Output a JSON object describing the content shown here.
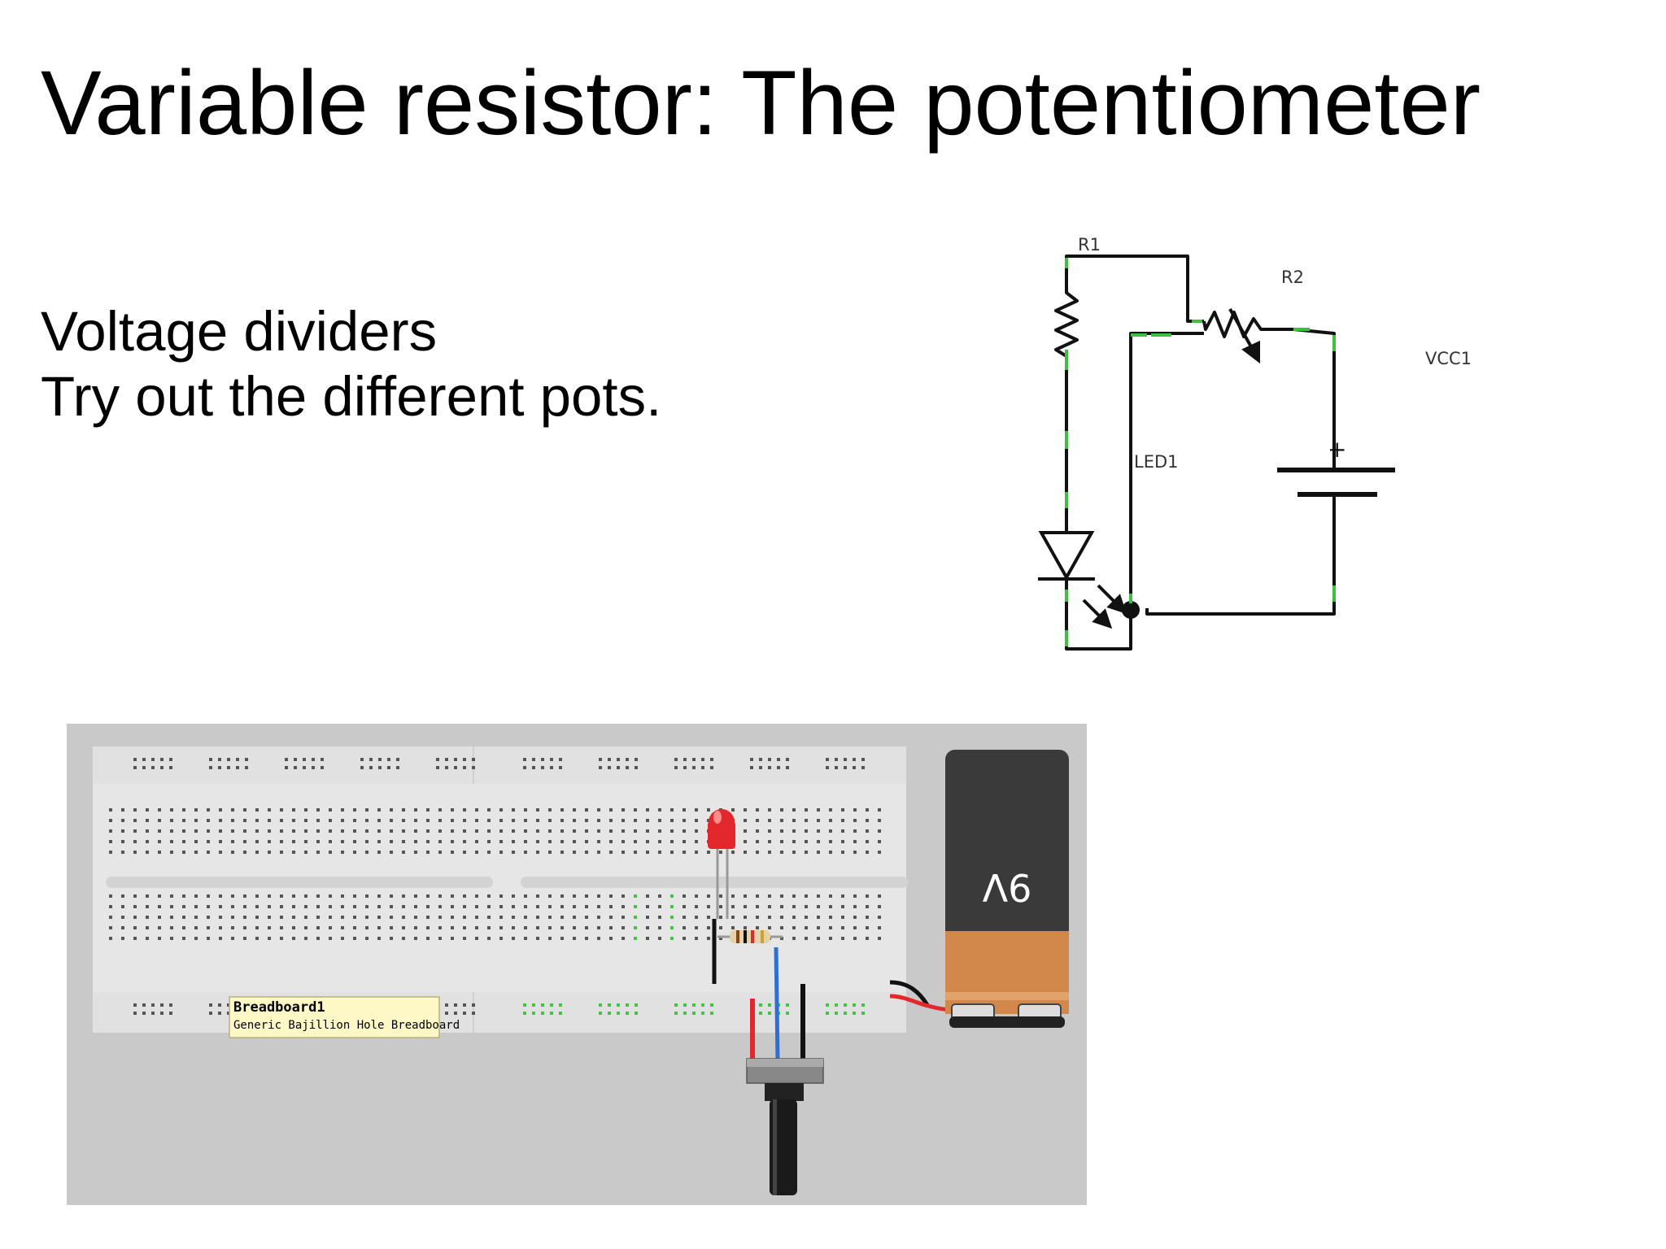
{
  "slide": {
    "title": "Variable resistor: The potentiometer",
    "body_lines": [
      "Voltage dividers",
      "Try out the different pots."
    ]
  },
  "schematic": {
    "labels": {
      "r1": "R1",
      "r2": "R2",
      "vcc": "VCC1",
      "led": "LED1",
      "plus": "+"
    }
  },
  "breadboard": {
    "tooltip_title": "Breadboard1",
    "tooltip_subtitle": "Generic Bajillion Hole Breadboard",
    "battery_label": "9V",
    "colors": {
      "board": "#c9c9c9",
      "breadboard": "#e6e6e6",
      "hole": "#555555",
      "connected_hole": "#43c443",
      "battery_top": "#3a3a3a",
      "battery_bottom": "#d2884a",
      "led": "#e3282d",
      "wire_red": "#e3282d",
      "wire_blue": "#2e6fd6",
      "wire_black": "#111111",
      "tooltip_bg": "#fdf8c6"
    }
  }
}
